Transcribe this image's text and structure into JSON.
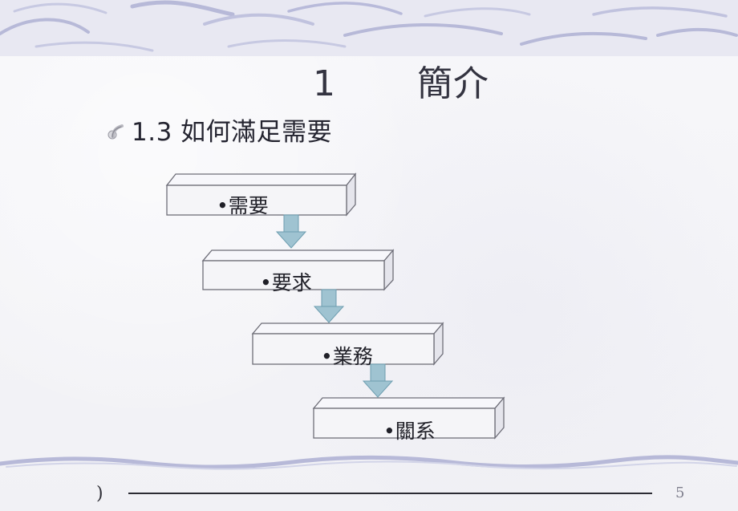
{
  "slide": {
    "title_number": "1",
    "title_text": "簡介",
    "subheading": "1.3 如何滿足需要",
    "flow_labels": [
      "•需要",
      "•要求",
      "•業務",
      "•關系"
    ],
    "footer_left": ")",
    "page_number": "5"
  },
  "colors": {
    "text_dark": "#202028",
    "arrow_fill": "#9fc3d1",
    "arrow_stroke": "#6e9eb0",
    "box_stroke": "#6e6e78",
    "decor": "#b7b9d8"
  },
  "icons": {
    "bullet": "rounded-bullet-icon",
    "arrow": "down-arrow-icon"
  }
}
